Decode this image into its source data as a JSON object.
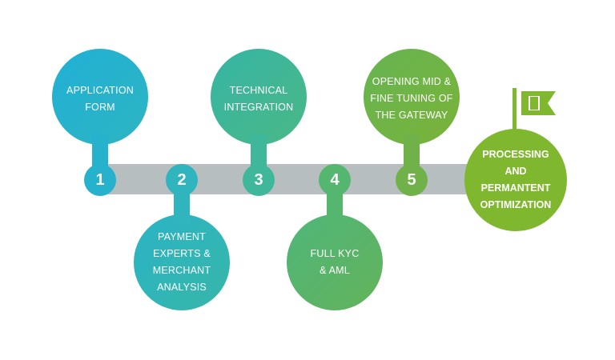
{
  "colors": {
    "bar": "#b7bfc1",
    "grad_start": "#22b3d3",
    "grad_end": "#7db43a",
    "final": "#7fb72e"
  },
  "steps": [
    {
      "number": "1",
      "text": "APPLICATION\nFORM",
      "color": "#27b1cf"
    },
    {
      "number": "2",
      "text": "PAYMENT\nEXPERTS &\nMERCHANT\nANALYSIS",
      "color": "#2fb5b8"
    },
    {
      "number": "3",
      "text": "TECHNICAL\nINTEGRATION",
      "color": "#3db79b"
    },
    {
      "number": "4",
      "text": "FULL KYC\n& AML",
      "color": "#5bb46d"
    },
    {
      "number": "5",
      "text": "OPENING MID &\nFINE TUNING OF\nTHE GATEWAY",
      "color": "#73b247"
    }
  ],
  "final": {
    "text": "PROCESSING\nAND\nPERMANTENT\nOPTIMIZATION",
    "icon": "flag-icon"
  }
}
